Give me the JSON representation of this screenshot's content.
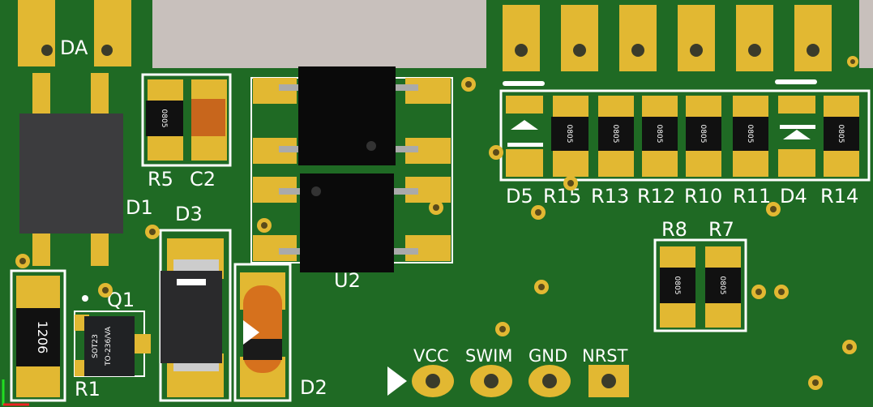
{
  "board": {
    "colors": {
      "substrate": "#1f6a24",
      "substrate_dark": "#185a1d",
      "pad": "#e2b832",
      "silkscreen": "#ffffff",
      "component_black": "#0a0a0a",
      "background": "#c8c0bc",
      "capacitor_body": "#c8661c",
      "diode_body": "#d6711d"
    },
    "connector_top": {
      "pins": 6
    },
    "programming_header": {
      "labels": [
        "VCC",
        "SWIM",
        "GND",
        "NRST"
      ]
    },
    "designators": {
      "DA": "DA",
      "R5": "R5",
      "C2": "C2",
      "D1": "D1",
      "D3": "D3",
      "Q1": "Q1",
      "R1": "R1",
      "D2": "D2",
      "U2": "U2",
      "D5": "D5",
      "R15": "R15",
      "R13": "R13",
      "R12": "R12",
      "R10": "R10",
      "R11": "R11",
      "D4": "D4",
      "R14": "R14",
      "R8": "R8",
      "R7": "R7"
    },
    "package_markings": {
      "r5": "0805",
      "r15": "0805",
      "r13": "0805",
      "r12": "0805",
      "r10": "0805",
      "r11": "0805",
      "r14": "0805",
      "r8": "0805",
      "r7": "0805",
      "big_resistor": "1206",
      "q1_line1": "SOT23",
      "q1_line2": "TO-236/VA"
    }
  }
}
